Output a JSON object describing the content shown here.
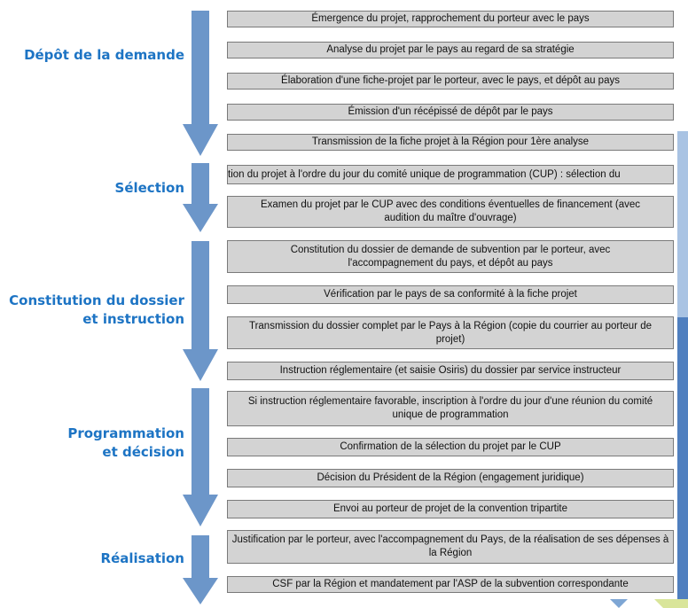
{
  "stages": [
    {
      "label_lines": [
        "Dépôt de la demande"
      ]
    },
    {
      "label_lines": [
        "Sélection"
      ]
    },
    {
      "label_lines": [
        "Constitution du dossier",
        "et instruction"
      ]
    },
    {
      "label_lines": [
        "Programmation",
        "et décision"
      ]
    },
    {
      "label_lines": [
        "Réalisation"
      ]
    }
  ],
  "steps": [
    "Émergence du projet, rapprochement du porteur avec le pays",
    "Analyse du projet par le pays au regard de sa stratégie",
    "Élaboration d'une fiche-projet par le porteur, avec le pays, et dépôt au pays",
    "Émission d'un récépissé de dépôt par le pays",
    "Transmission de la fiche projet à la Région pour 1ère analyse",
    "tion du projet à l'ordre du jour du comité unique de programmation (CUP) : sélection du",
    "Examen du projet par le CUP avec des conditions éventuelles de financement (avec audition du maître d'ouvrage)",
    "Constitution du dossier de demande de subvention par le porteur, avec l'accompagnement du pays, et dépôt au pays",
    "Vérification par le pays de sa conformité à la fiche projet",
    "Transmission du dossier complet par le Pays à la Région (copie du courrier au porteur de projet)",
    "Instruction réglementaire (et saisie Osiris)  du dossier par service instructeur",
    "Si instruction réglementaire favorable, inscription à l'ordre du jour d'une réunion du comité unique de programmation",
    "Confirmation de la sélection du projet par le CUP",
    "Décision du Président de la Région (engagement juridique)",
    "Envoi au porteur de projet de la convention tripartite",
    "Justification par le porteur, avec l'accompagnement du Pays, de la réalisation de ses dépenses à la Région",
    "CSF par la Région et mandatement par l'ASP de la subvention correspondante"
  ],
  "colors": {
    "arrow": "#6c96c9",
    "label": "#1d74c4",
    "box_fill": "#d3d3d3",
    "box_border": "#7a7a7a"
  }
}
